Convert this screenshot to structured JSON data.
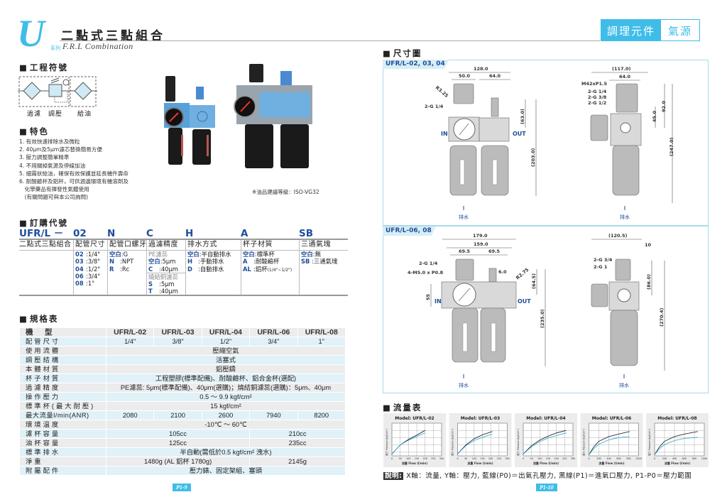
{
  "header": {
    "logo_letter": "U",
    "series": "系列",
    "title": "二點式三點組合",
    "subtitle": "F.R.L Combination",
    "badge_primary": "調理元件",
    "badge_secondary": "氣源"
  },
  "symbols": {
    "heading": "工程符號",
    "labels": [
      "過濾",
      "調壓",
      "給油"
    ]
  },
  "features": {
    "heading": "特色",
    "items": [
      "1. 有效快速排除水及微粒",
      "2. 40μm及5μm濾芯替換簡易方便",
      "3. 壓力調整簡單精準",
      "4. 不用關掉氣源及停線加油",
      "5. 細霧狀給油，確保有效保護並延長機件壽命",
      "6. 耐酸鹼杯及鋁杯，可供週邊環境有機溶劑及",
      "　化學藥品有揮發性氣體使用",
      "　(有關問題可與本公司詢問)"
    ],
    "oil_note": "※油品建議等級：ISO-VG32"
  },
  "order": {
    "heading": "訂購代號",
    "codes": [
      "UFR/L －",
      "02",
      "N",
      "C",
      "H",
      "A",
      "SB"
    ],
    "headers": [
      "二點式三點組合",
      "配管尺寸",
      "配管口螺牙",
      "過濾精度",
      "排水方式",
      "杯子材質",
      "三通氣塊"
    ],
    "options": [
      [],
      [
        {
          "c": "02",
          "t": ":1/4\""
        },
        {
          "c": "03",
          "t": ":3/8\""
        },
        {
          "c": "04",
          "t": ":1/2\""
        },
        {
          "c": "06",
          "t": ":3/4\""
        },
        {
          "c": "08",
          "t": ":1\""
        }
      ],
      [
        {
          "c": "空白",
          "t": ":G"
        },
        {
          "c": "N",
          "t": ":NPT"
        },
        {
          "c": "R",
          "t": ":Rc"
        }
      ],
      [
        {
          "g": "PE濾蕊"
        },
        {
          "c": "空白",
          "t": ":5μm"
        },
        {
          "c": "C",
          "t": ":40μm"
        },
        {
          "g": "燒結銅濾蕊",
          "sep": true
        },
        {
          "c": "S",
          "t": ":5μm"
        },
        {
          "c": "T",
          "t": ":40μm"
        }
      ],
      [
        {
          "c": "空白",
          "t": ":半自動排水"
        },
        {
          "c": "H",
          "t": ":手動排水"
        },
        {
          "c": "D",
          "t": ":自動排水"
        }
      ],
      [
        {
          "c": "空白",
          "t": ":標準杯"
        },
        {
          "c": "A",
          "t": ":耐酸鹼杯"
        },
        {
          "c": "AL",
          "t": ":鋁杯",
          "n": "(1/4\"~1/2\")"
        }
      ],
      [
        {
          "c": "空白",
          "t": ":無"
        },
        {
          "c": "SB",
          "t": ":三通氣塊"
        }
      ]
    ]
  },
  "spec": {
    "heading": "規格表",
    "rows": [
      {
        "label": "機　型",
        "cells": [
          [
            "UFR/L-02",
            1
          ],
          [
            "UFR/L-03",
            1
          ],
          [
            "UFR/L-04",
            1
          ],
          [
            "UFR/L-06",
            1
          ],
          [
            "UFR/L-08",
            1
          ]
        ]
      },
      {
        "label": "配管尺寸",
        "cells": [
          [
            "1/4\"",
            1
          ],
          [
            "3/8\"",
            1
          ],
          [
            "1/2\"",
            1
          ],
          [
            "3/4\"",
            1
          ],
          [
            "1\"",
            1
          ]
        ]
      },
      {
        "label": "使用流體",
        "cells": [
          [
            "壓縮空氣",
            5
          ]
        ]
      },
      {
        "label": "調壓結構",
        "cells": [
          [
            "活塞式",
            5
          ]
        ]
      },
      {
        "label": "本體材質",
        "cells": [
          [
            "鋁壓鑄",
            5
          ]
        ]
      },
      {
        "label": "杯子材質",
        "cells": [
          [
            "工程塑膠(標準配備)、耐酸鹼杯、鋁合金杯(選配)",
            5
          ]
        ]
      },
      {
        "label": "過濾精度",
        "cells": [
          [
            "PE濾蕊: 5μm(標準配備)、40μm(選購)；燒結銅濾蕊(選購)：5μm、40μm",
            5
          ]
        ]
      },
      {
        "label": "操作壓力",
        "cells": [
          [
            "0.5 ～ 9.9 kgf/cm²",
            5
          ]
        ]
      },
      {
        "label": "標準杯(最大耐壓)",
        "cells": [
          [
            "15 kgf/cm²",
            5
          ]
        ]
      },
      {
        "label": "最大流量l/min(ANR)",
        "cells": [
          [
            "2080",
            1
          ],
          [
            "2100",
            1
          ],
          [
            "2600",
            1
          ],
          [
            "7940",
            1
          ],
          [
            "8200",
            1
          ]
        ]
      },
      {
        "label": "環境溫度",
        "cells": [
          [
            "-10℃ ～ 60℃",
            5
          ]
        ]
      },
      {
        "label": "濾杯容量",
        "cells": [
          [
            "105cc",
            3
          ],
          [
            "210cc",
            2
          ]
        ]
      },
      {
        "label": "油杯容量",
        "cells": [
          [
            "125cc",
            3
          ],
          [
            "235cc",
            2
          ]
        ]
      },
      {
        "label": "標準排水",
        "cells": [
          [
            "半自動(需低於0.5 kgf/cm² 洩水)",
            5
          ]
        ]
      },
      {
        "label": "淨重",
        "cells": [
          [
            "1480g (AL 鋁杯 1780g)",
            3
          ],
          [
            "2145g",
            2
          ]
        ]
      },
      {
        "label": "附屬配件",
        "cells": [
          [
            "壓力錶、固定架組、塞頭",
            5
          ]
        ]
      }
    ]
  },
  "dimensions": {
    "heading": "尺寸圖",
    "panel1": {
      "tab": "UFR/L-02, 03, 04",
      "d128": "128.0",
      "d50": "50.0",
      "d64": "64.0",
      "r": "R3.25",
      "port": "2-G 1/4",
      "in": "IN",
      "out": "OUT",
      "d63": "(63.0)",
      "d203": "(203.0)",
      "drain": "排水",
      "s117": "(117.0)",
      "s64": "64.0",
      "thread": "M42xP1.5",
      "sp1": "2-G 1/4",
      "sp2": "2-G 3/8",
      "sp3": "2-G 1/2",
      "s92": "92.0",
      "s45": "45.0",
      "s247": "(247.0)",
      "sdrain": "排水"
    },
    "panel2": {
      "tab": "UFR/L-06, 08",
      "d179": "179.0",
      "d159": "159.0",
      "d695a": "69.5",
      "d695b": "69.5",
      "port": "2-G 1/4",
      "screw": "4-M5.0 x P0.8",
      "d6": "6.0",
      "r": "R2.75",
      "d645": "(64.5)",
      "d235": "(235.0)",
      "d55": "55",
      "in": "IN",
      "out": "OUT",
      "drain": "排水",
      "s1205": "(120.5)",
      "s10": "10",
      "sp1": "2-G 3/4",
      "sp2": "2-G 1",
      "s86": "(86.0)",
      "s2704": "(270.4)",
      "sdrain": "排水"
    }
  },
  "flow": {
    "heading": "流量表",
    "note_key": "說明:",
    "note": "X軸：流量, Y軸：壓力, 藍線(P0)＝出氣孔壓力, 黑線(P1)＝進氣口壓力, P1-P0＝壓力範圍"
  },
  "chart_data": [
    {
      "type": "line",
      "title": "Model: UFR/L-02",
      "xlabel": "流量 Flow (l/min)",
      "ylabel": "壓力 Pressure (kgf/cm²)",
      "xlim": [
        0,
        300
      ],
      "xticks": [
        0,
        50,
        100,
        150,
        200,
        250,
        300
      ],
      "ylim": [
        0,
        9
      ],
      "series": [
        {
          "name": "P1",
          "color": "#111111",
          "points": [
            [
              0,
              0.5
            ],
            [
              50,
              3
            ],
            [
              100,
              4.5
            ],
            [
              150,
              5.7
            ],
            [
              200,
              7
            ]
          ]
        },
        {
          "name": "P0",
          "color": "#29a8d8",
          "points": [
            [
              0,
              0.5
            ],
            [
              50,
              3
            ],
            [
              100,
              4.3
            ],
            [
              150,
              5.3
            ],
            [
              200,
              6.3
            ]
          ]
        }
      ]
    },
    {
      "type": "line",
      "title": "Model: UFR/L-03",
      "xlabel": "流量 Flow (l/min)",
      "ylabel": "壓力 Pressure (kgf/cm²)",
      "xlim": [
        0,
        300
      ],
      "xticks": [
        0,
        50,
        100,
        150,
        200,
        250,
        300
      ],
      "ylim": [
        0,
        9
      ],
      "series": [
        {
          "name": "P1",
          "color": "#111111",
          "points": [
            [
              0,
              0.5
            ],
            [
              50,
              3
            ],
            [
              100,
              4.7
            ],
            [
              150,
              5.8
            ],
            [
              210,
              6.7
            ]
          ]
        },
        {
          "name": "P0",
          "color": "#29a8d8",
          "points": [
            [
              0,
              0.5
            ],
            [
              50,
              2.8
            ],
            [
              100,
              4.2
            ],
            [
              150,
              5.1
            ],
            [
              210,
              6
            ]
          ]
        }
      ]
    },
    {
      "type": "line",
      "title": "Model: UFR/L-04",
      "xlabel": "流量 Flow (l/min)",
      "ylabel": "壓力 Pressure (kgf/cm²)",
      "xlim": [
        0,
        300
      ],
      "xticks": [
        0,
        50,
        100,
        150,
        200,
        250,
        300
      ],
      "ylim": [
        0,
        9
      ],
      "series": [
        {
          "name": "P1",
          "color": "#111111",
          "points": [
            [
              0,
              0.5
            ],
            [
              50,
              2.8
            ],
            [
              100,
              4.3
            ],
            [
              150,
              5.4
            ],
            [
              200,
              6.3
            ],
            [
              260,
              7
            ]
          ]
        },
        {
          "name": "P0",
          "color": "#29a8d8",
          "points": [
            [
              0,
              0.5
            ],
            [
              50,
              2.5
            ],
            [
              100,
              3.9
            ],
            [
              150,
              4.9
            ],
            [
              200,
              5.6
            ],
            [
              260,
              6.3
            ]
          ]
        }
      ]
    },
    {
      "type": "line",
      "title": "Model: UFR/L-06",
      "xlabel": "流量 Flow (l/min)",
      "ylabel": "壓力 Pressure (kgf/cm²)",
      "xlim": [
        0,
        1000
      ],
      "xticks": [
        0,
        200,
        400,
        600,
        800,
        1000
      ],
      "ylim": [
        0,
        9
      ],
      "series": [
        {
          "name": "P1",
          "color": "#111111",
          "points": [
            [
              0,
              0.3
            ],
            [
              100,
              2.5
            ],
            [
              200,
              4
            ],
            [
              400,
              5.3
            ],
            [
              600,
              6
            ],
            [
              820,
              6.7
            ]
          ]
        },
        {
          "name": "P0",
          "color": "#29a8d8",
          "points": [
            [
              0,
              0.3
            ],
            [
              100,
              2
            ],
            [
              200,
              3.2
            ],
            [
              400,
              4.4
            ],
            [
              600,
              5
            ],
            [
              820,
              5.3
            ]
          ]
        }
      ]
    },
    {
      "type": "line",
      "title": "Model: UFR/L-08",
      "xlabel": "流量 Flow (l/min)",
      "ylabel": "壓力 Pressure (kgf/cm²)",
      "xlim": [
        0,
        1000
      ],
      "xticks": [
        0,
        200,
        400,
        600,
        800,
        1000
      ],
      "ylim": [
        0,
        9
      ],
      "series": [
        {
          "name": "P1",
          "color": "#111111",
          "points": [
            [
              0,
              0.3
            ],
            [
              100,
              2.5
            ],
            [
              200,
              4
            ],
            [
              400,
              5.3
            ],
            [
              600,
              6
            ],
            [
              870,
              6.7
            ]
          ]
        },
        {
          "name": "P0",
          "color": "#29a8d8",
          "points": [
            [
              0,
              0.3
            ],
            [
              100,
              2
            ],
            [
              200,
              3.1
            ],
            [
              400,
              4.2
            ],
            [
              600,
              4.8
            ],
            [
              870,
              5.1
            ]
          ]
        }
      ]
    }
  ],
  "pages": {
    "left": "P1-9",
    "right": "P1-10"
  },
  "colors": {
    "accent": "#3fbde8",
    "code_blue": "#1e4d9b"
  }
}
